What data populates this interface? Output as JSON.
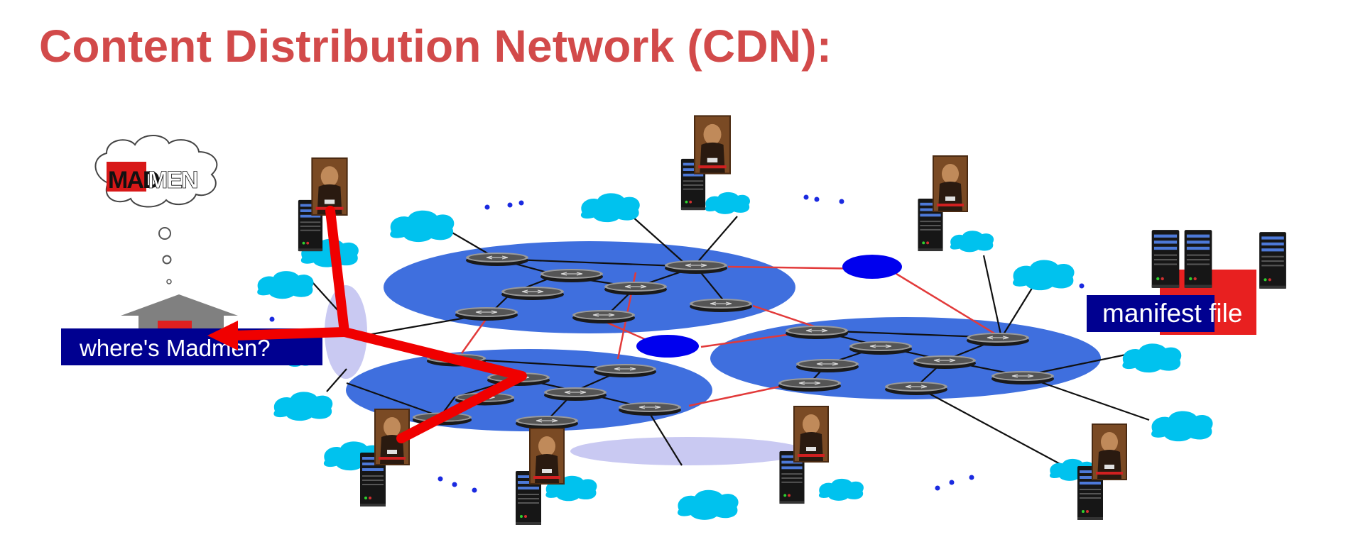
{
  "slide": {
    "title": "Content Distribution Network (CDN):"
  },
  "labels": {
    "query": "where's Madmen?",
    "manifest": "manifest file",
    "logo_mad": "MAD",
    "logo_men": "MEN",
    "ellipsis": "..."
  },
  "colors": {
    "title": "#d24a4a",
    "isp_blob": "#3f6fde",
    "access_net": "#00c2ee",
    "lavender": "#c9c9f2",
    "ixp_node": "#0000ee",
    "label_bg": "#000090",
    "red_path": "#f00000",
    "inter_isp_link": "#e23a3a"
  },
  "icons": [
    "cloud-icon",
    "server-icon",
    "movie-poster-icon",
    "house-icon",
    "router-icon",
    "thought-bubble-icon"
  ]
}
